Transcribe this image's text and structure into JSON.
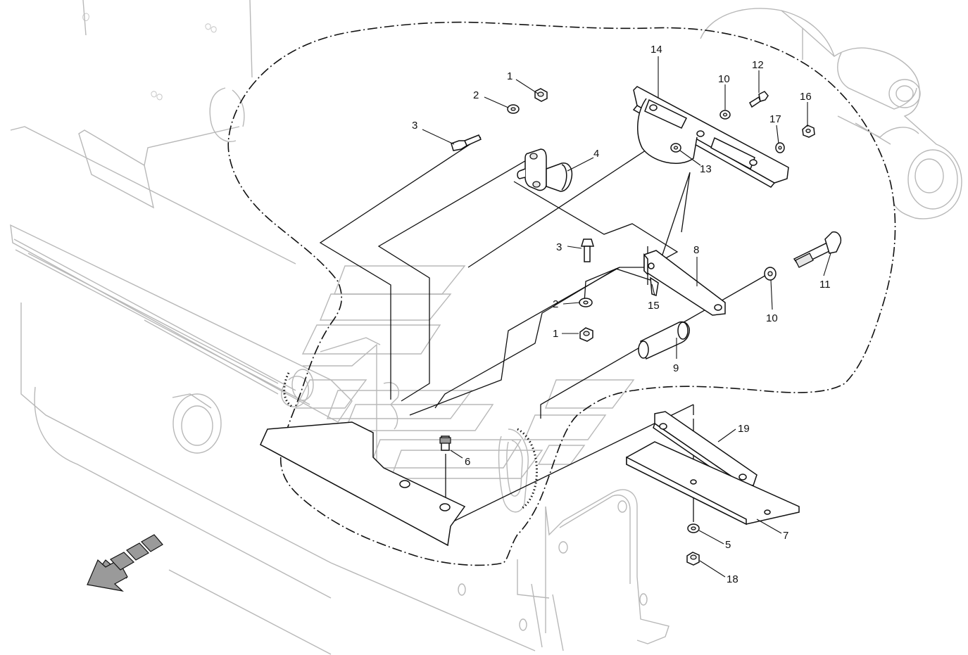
{
  "diagram": {
    "callouts": [
      {
        "id": "c1a",
        "label": "1"
      },
      {
        "id": "c2a",
        "label": "2"
      },
      {
        "id": "c3a",
        "label": "3"
      },
      {
        "id": "c4",
        "label": "4"
      },
      {
        "id": "c14",
        "label": "14"
      },
      {
        "id": "c10a",
        "label": "10"
      },
      {
        "id": "c12",
        "label": "12"
      },
      {
        "id": "c16",
        "label": "16"
      },
      {
        "id": "c17",
        "label": "17"
      },
      {
        "id": "c13",
        "label": "13"
      },
      {
        "id": "c3b",
        "label": "3"
      },
      {
        "id": "c8",
        "label": "8"
      },
      {
        "id": "c2b",
        "label": "2"
      },
      {
        "id": "c15",
        "label": "15"
      },
      {
        "id": "c1b",
        "label": "1"
      },
      {
        "id": "c11",
        "label": "11"
      },
      {
        "id": "c10b",
        "label": "10"
      },
      {
        "id": "c9",
        "label": "9"
      },
      {
        "id": "c19",
        "label": "19"
      },
      {
        "id": "c6",
        "label": "6"
      },
      {
        "id": "c7",
        "label": "7"
      },
      {
        "id": "c5",
        "label": "5"
      },
      {
        "id": "c18",
        "label": "18"
      }
    ],
    "colors": {
      "line": "#111111",
      "ghost": "#b8b8b8",
      "background": "#ffffff",
      "arrow_fill": "#9a9a9a"
    },
    "direction_arrow_icon": "direction-arrow-icon"
  }
}
